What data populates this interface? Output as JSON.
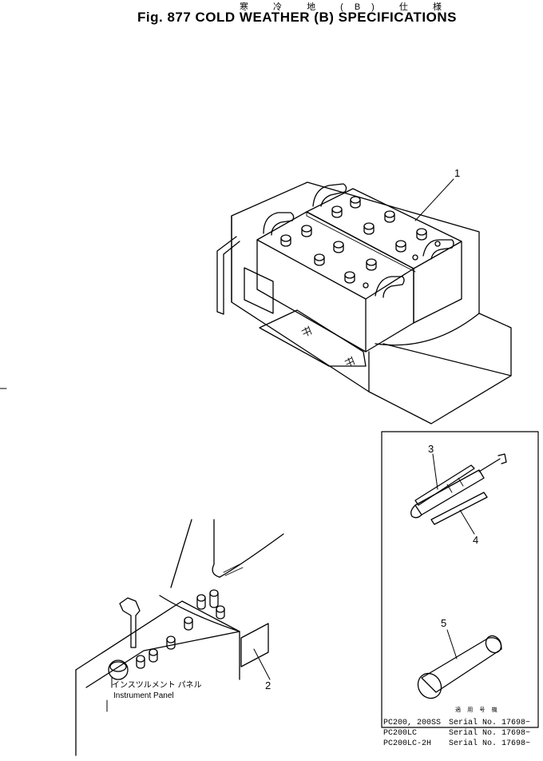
{
  "header": {
    "jp_title": "寒 冷 地 (B) 仕 様",
    "title": "Fig. 877   COLD WEATHER (B) SPECIFICATIONS"
  },
  "callouts": [
    "1",
    "2",
    "3",
    "4",
    "5"
  ],
  "panel_label": {
    "jp": "インスツルメント パネル",
    "en": "Instrument Panel"
  },
  "applicability": {
    "header": "適 用 号 機",
    "rows": [
      {
        "model": "PC200, 200SS",
        "serial": "Serial No. 17698~"
      },
      {
        "model": "PC200LC",
        "serial": "Serial No. 17698~"
      },
      {
        "model": "PC200LC-2H",
        "serial": "Serial No. 17698~"
      }
    ]
  }
}
